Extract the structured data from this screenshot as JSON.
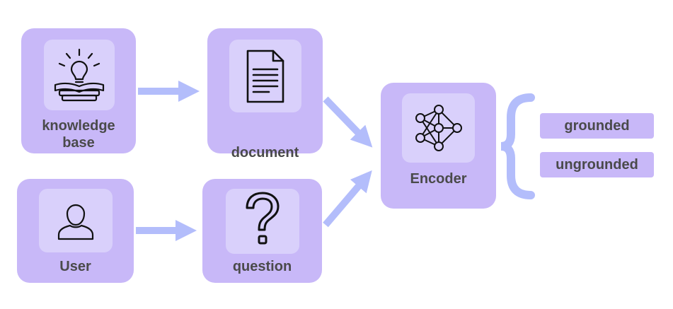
{
  "nodes": {
    "knowledge_base": {
      "label_line1": "knowledge",
      "label_line2": "base",
      "icon": "lightbulb-books-icon"
    },
    "document": {
      "label": "document",
      "icon": "document-icon"
    },
    "user": {
      "label": "User",
      "icon": "user-icon"
    },
    "question": {
      "label": "question",
      "icon": "question-mark-icon"
    },
    "encoder": {
      "label": "Encoder",
      "icon": "neural-network-icon"
    }
  },
  "outputs": {
    "grounded": "grounded",
    "ungrounded": "ungrounded"
  },
  "colors": {
    "node_fill": "#c8b8f8",
    "icon_pad_fill": "#d9d0fb",
    "arrow": "#b3bdfb",
    "label_text": "#4a4a4a"
  }
}
